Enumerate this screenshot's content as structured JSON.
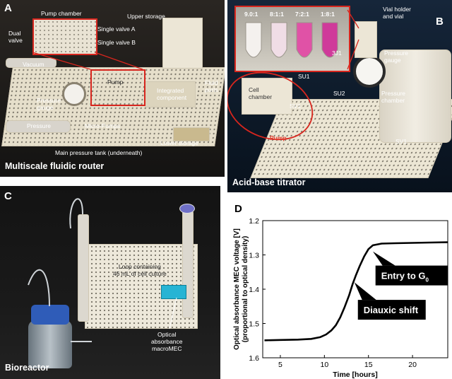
{
  "panels": {
    "a": {
      "letter": "A",
      "caption": "Multiscale fluidic router",
      "labels": {
        "pump_chamber": "Pump chamber",
        "upper_storage": "Upper storage",
        "dual_valve": "Dual\nvalve",
        "single_valve_a": "Single valve A",
        "single_valve_b": "Single valve B",
        "vacuum": "Vacuum",
        "pump": "Pump",
        "fluid_ports": "Fluid\nports",
        "integrated_component": "Integrated\ncomponent",
        "pressure_gauge": "Pressure\ngauge",
        "pressure": "Pressure",
        "micro_pumps": "Micro-Pumps",
        "lower_storage": "Lower storage",
        "main_tank": "Main pressure tank (underneath)"
      }
    },
    "b": {
      "letter": "B",
      "caption": "Acid-base titrator",
      "ratios": [
        "9.0:1",
        "8:1:1",
        "7:2:1",
        "1:8:1"
      ],
      "labels": {
        "vial_holder": "Vial holder\nand vial",
        "j1": "3J1",
        "su1": "SU1",
        "su2": "SU2",
        "pressure_gauge": "Pressure\ngauge",
        "cell_chamber": "Cell\nchamber",
        "sv1_left": "SV1",
        "pressure_chamber": "Pressure\nchamber",
        "sv1_right": "SV1",
        "pump": "Pump"
      }
    },
    "c": {
      "letter": "C",
      "caption": "Bioreactor",
      "labels": {
        "loop": "Loop containing\n46 mL of cell culture",
        "macromec": "Optical\nabsorbance\nmacroMEC"
      }
    },
    "d": {
      "letter": "D"
    }
  },
  "chart_data": {
    "type": "line",
    "title": "",
    "xlabel": "Time [hours]",
    "ylabel": "Optical absorbance MEC voltage [V]",
    "ylabel_sub": "(proportional to optical density)",
    "xlim": [
      3,
      24
    ],
    "ylim": [
      1.6,
      1.2
    ],
    "y_inverted": true,
    "xticks": [
      5,
      10,
      15,
      20
    ],
    "yticks": [
      1.2,
      1.3,
      1.4,
      1.5,
      1.6
    ],
    "xtick_labels": [
      "5",
      "10",
      "15",
      "20"
    ],
    "ytick_labels": [
      "1.2",
      "1.3",
      "1.4",
      "1.5",
      "1.6"
    ],
    "grid": false,
    "series": [
      {
        "x": [
          3.2,
          5,
          7,
          8.5,
          9.5,
          10.2,
          10.8,
          11.3,
          11.8,
          12.3,
          12.8,
          13.2,
          13.6,
          14.0,
          14.5,
          15.0,
          15.5,
          16.5,
          18,
          20,
          22,
          24
        ],
        "y": [
          1.549,
          1.548,
          1.547,
          1.545,
          1.54,
          1.532,
          1.52,
          1.505,
          1.482,
          1.452,
          1.418,
          1.385,
          1.358,
          1.333,
          1.305,
          1.283,
          1.272,
          1.267,
          1.266,
          1.265,
          1.264,
          1.263
        ]
      }
    ],
    "annotations": [
      {
        "text": "Entry to G",
        "subscript": "0",
        "x": 15.8,
        "y": 1.36
      },
      {
        "text": "Diauxic shift",
        "x": 13.8,
        "y": 1.46
      }
    ]
  },
  "colors": {
    "highlight": "#d7261e",
    "line": "#000000",
    "callout": "#000000"
  }
}
